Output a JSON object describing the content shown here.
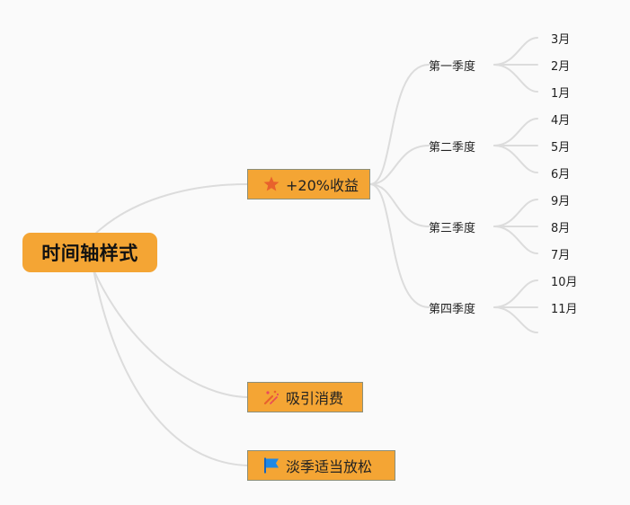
{
  "mindmap": {
    "root": {
      "label": "时间轴样式"
    },
    "branches": [
      {
        "label": "+20%收益",
        "icon": "star-icon"
      },
      {
        "label": "吸引消费",
        "icon": "party-popper-icon"
      },
      {
        "label": "淡季适当放松",
        "icon": "blue-flag-icon"
      }
    ],
    "quarters": [
      {
        "label": "第一季度",
        "months": [
          "3月",
          "2月",
          "1月"
        ]
      },
      {
        "label": "第二季度",
        "months": [
          "4月",
          "5月",
          "6月"
        ]
      },
      {
        "label": "第三季度",
        "months": [
          "9月",
          "8月",
          "7月"
        ]
      },
      {
        "label": "第四季度",
        "months": [
          "10月",
          "11月",
          ""
        ]
      }
    ]
  },
  "colors": {
    "node_fill": "#f4a534",
    "node_border": "#8c8f7a",
    "connector": "#dcdcdc",
    "background": "#fafafa",
    "star": "#e8622c",
    "flag": "#1e88e5"
  }
}
